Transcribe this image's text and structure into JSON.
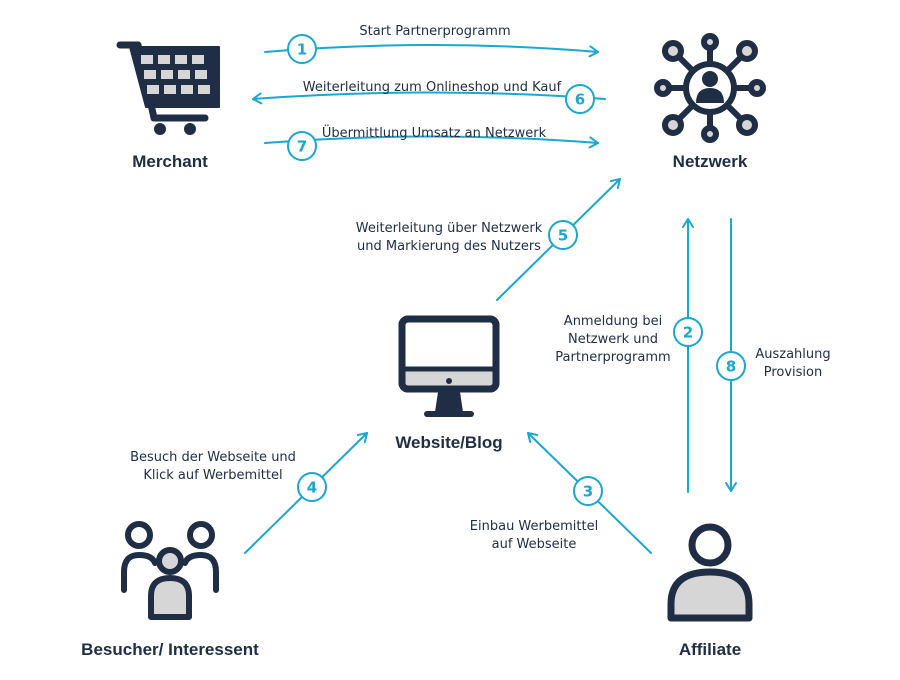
{
  "colors": {
    "accent": "#1aa7d0",
    "dark": "#1f2d45",
    "fill": "#d6d6d6"
  },
  "nodes": {
    "merchant": {
      "label": "Merchant",
      "icon": "shopping-cart-icon"
    },
    "netzwerk": {
      "label": "Netzwerk",
      "icon": "network-icon"
    },
    "website": {
      "label": "Website/Blog",
      "icon": "monitor-icon"
    },
    "besucher": {
      "label": "Besucher/ Interessent",
      "icon": "visitors-group-icon"
    },
    "affiliate": {
      "label": "Affiliate",
      "icon": "user-icon"
    }
  },
  "steps": [
    {
      "num": "1",
      "lines": [
        "Start Partnerprogramm"
      ]
    },
    {
      "num": "2",
      "lines": [
        "Anmeldung bei",
        "Netzwerk und",
        "Partnerprogramm"
      ]
    },
    {
      "num": "3",
      "lines": [
        "Einbau Werbemittel",
        "auf Webseite"
      ]
    },
    {
      "num": "4",
      "lines": [
        "Besuch der Webseite und",
        "Klick auf Werbemittel"
      ]
    },
    {
      "num": "5",
      "lines": [
        "Weiterleitung über Netzwerk",
        "und Markierung des Nutzers"
      ]
    },
    {
      "num": "6",
      "lines": [
        "Weiterleitung zum Onlineshop und Kauf"
      ]
    },
    {
      "num": "7",
      "lines": [
        "Übermittlung Umsatz an Netzwerk"
      ]
    },
    {
      "num": "8",
      "lines": [
        "Auszahlung",
        "Provision"
      ]
    }
  ]
}
